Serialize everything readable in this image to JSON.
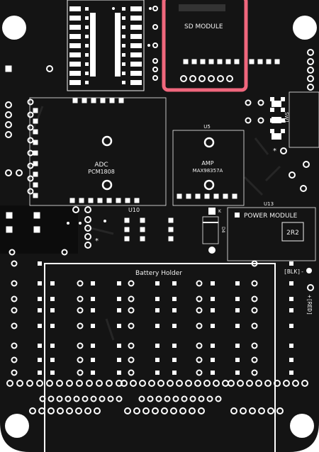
{
  "board": {
    "bg_color": "#141414",
    "silk_color": "#f2f2f2",
    "highlight_color": "#f0677d"
  },
  "labels": {
    "sd_module": "SD MODULE",
    "adc_name": "ADC",
    "adc_part": "PCM1808",
    "u10": "U10",
    "u5": "U5",
    "amp_name": "AMP",
    "amp_part": "MAX98357A",
    "u13": "U13",
    "power_module": "POWER MODULE",
    "k_mark": "K",
    "d4": "D4",
    "r2": "2R2",
    "battery_holder": "Battery Holder",
    "blk": "[BLK]-",
    "red": "+[RED]",
    "sw1": "SW1",
    "star": "*"
  }
}
